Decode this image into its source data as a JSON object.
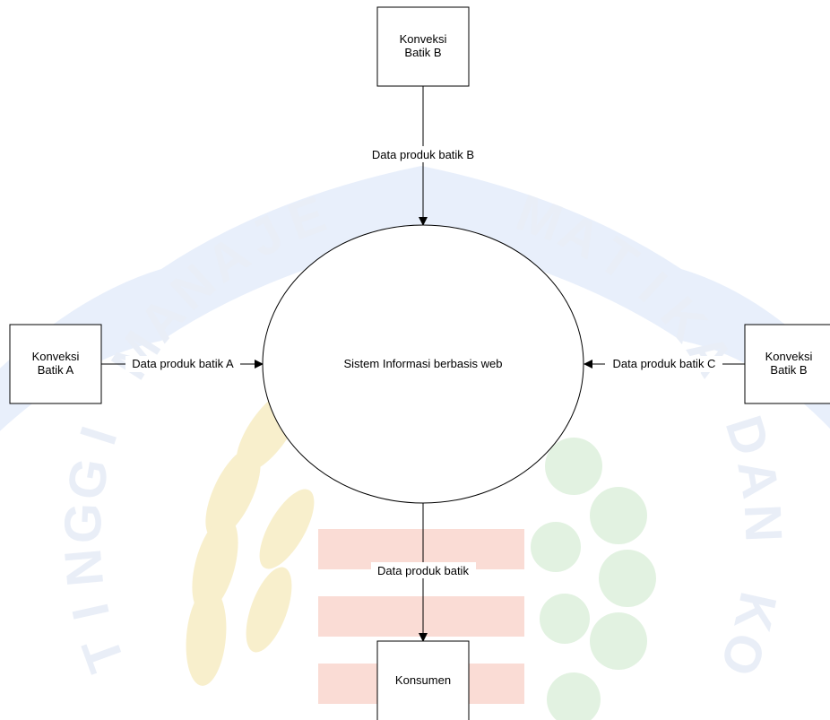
{
  "diagram": {
    "process": {
      "label": "Sistem Informasi berbasis web"
    },
    "entities": {
      "top": {
        "line1": "Konveksi",
        "line2": "Batik B"
      },
      "left": {
        "line1": "Konveksi",
        "line2": "Batik A"
      },
      "right": {
        "line1": "Konveksi",
        "line2": "Batik B"
      },
      "bottom": {
        "line1": "Konsumen"
      }
    },
    "flows": {
      "top": "Data produk batik B",
      "left": "Data produk batik A",
      "right": "Data produk batik C",
      "bottom": "Data produk batik"
    }
  },
  "watermark": {
    "letters_left": [
      "T",
      "I",
      "N",
      "G",
      "G",
      "I",
      " ",
      "M",
      "A",
      "N",
      "A",
      "J",
      "E"
    ],
    "letters_right": [
      "M",
      "A",
      "T",
      "I",
      "K",
      "A",
      " ",
      "D",
      "A",
      "N",
      " ",
      "K",
      "O"
    ],
    "colors": {
      "blue": "#e3ecfa",
      "gold": "#f7eec9",
      "red": "#f9dcd6",
      "green": "#dff0df"
    }
  }
}
